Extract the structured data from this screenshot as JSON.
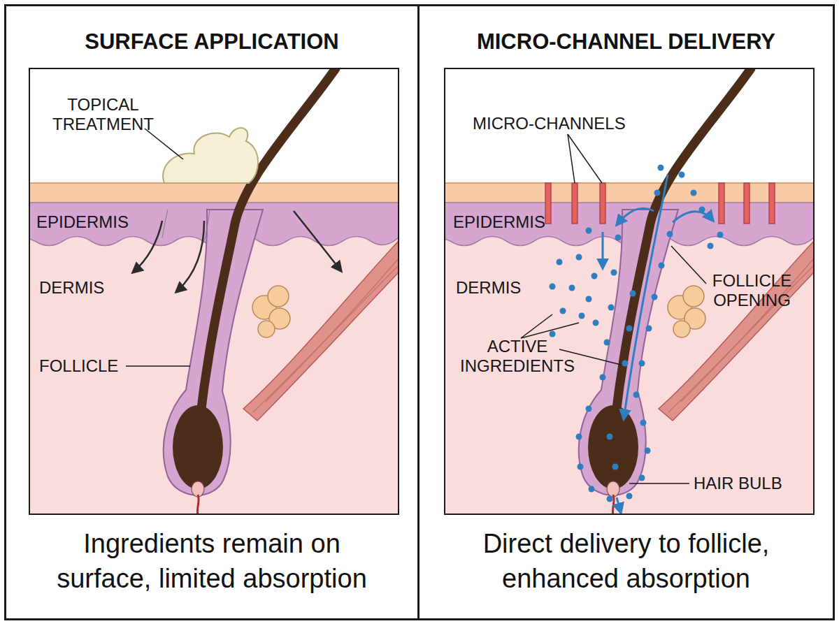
{
  "diagram": {
    "nodes": [
      {
        "text": [
          "SURFACE APPLICATION",
          "Ingredients remain on surface, limited absorption"
        ]
      },
      {
        "text": [
          "MICRO-CHANNEL DELIVERY",
          "Direct delivery to follicle, enhanced absorption"
        ]
      }
    ],
    "labels": [
      "TOPICAL TREATMENT",
      "EPIDERMIS",
      "DERMIS",
      "FOLLICLE",
      "MICRO-CHANNELS",
      "EPIDERMIS",
      "DERMIS",
      "FOLLICLE OPENING",
      "ACTIVE INGREDIENTS",
      "HAIR BULB"
    ]
  }
}
